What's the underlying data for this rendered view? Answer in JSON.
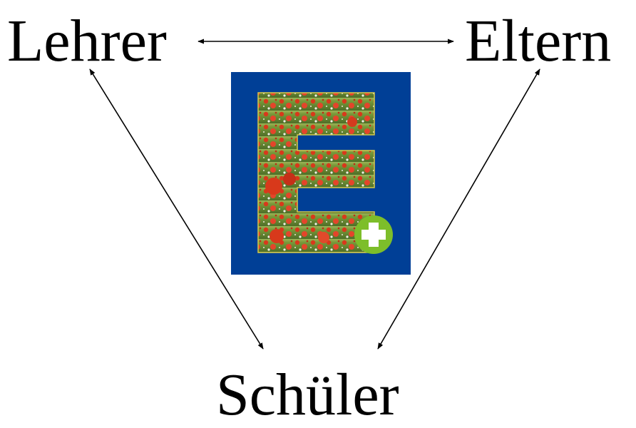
{
  "nodes": {
    "teacher": "Lehrer",
    "parents": "Eltern",
    "students": "Schüler"
  },
  "logo": {
    "letter_icon": "letter-e-icon",
    "badge_icon": "plus-badge-icon",
    "colors": {
      "background": "#003F96",
      "plus_badge": "#7DBE2A",
      "field_green": "#7A9A3A",
      "poppy_red": "#D8391B"
    }
  }
}
